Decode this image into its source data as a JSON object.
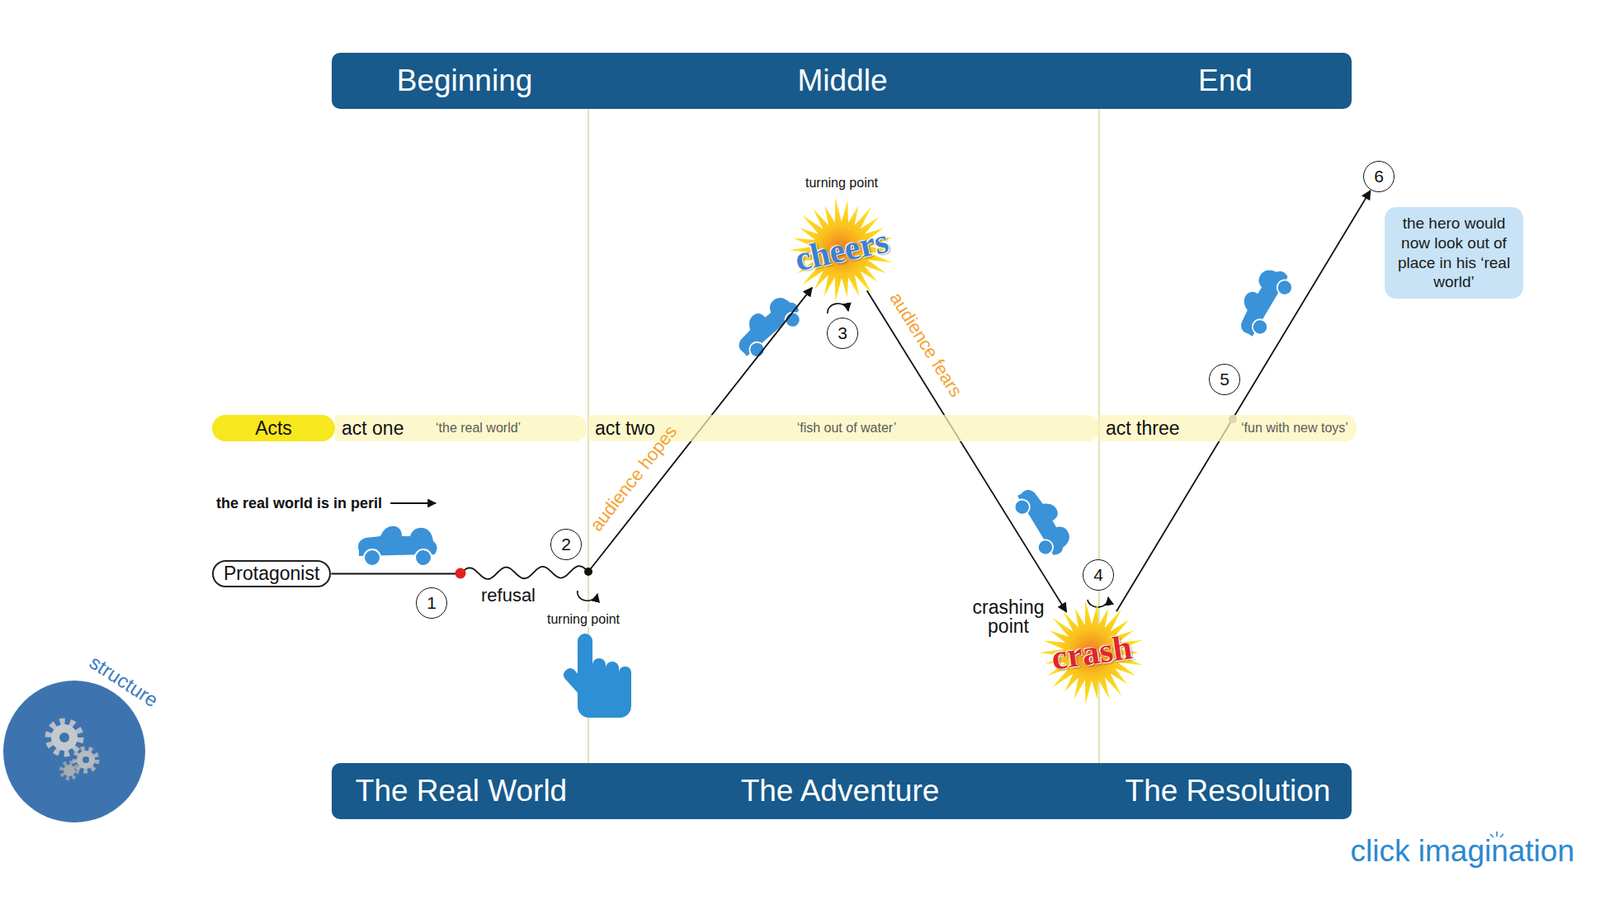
{
  "diagram": {
    "nodes": [
      {
        "text": [
          "Beginning",
          "Middle",
          "End"
        ]
      },
      {
        "text": [
          "Acts"
        ]
      },
      {
        "text": [
          "act one",
          "‘the real world’"
        ]
      },
      {
        "text": [
          "act two",
          "‘fish out of water’"
        ]
      },
      {
        "text": [
          "act three",
          "‘fun with new toys’"
        ]
      },
      {
        "text": [
          "Protagonist"
        ]
      },
      {
        "text": [
          "1"
        ]
      },
      {
        "text": [
          "2"
        ]
      },
      {
        "text": [
          "cheers"
        ]
      },
      {
        "text": [
          "3"
        ]
      },
      {
        "text": [
          "crash"
        ]
      },
      {
        "text": [
          "4"
        ]
      },
      {
        "text": [
          "5"
        ]
      },
      {
        "text": [
          "6"
        ]
      },
      {
        "text": [
          "the hero would now look out of place in his ‘real world’"
        ]
      },
      {
        "text": [
          "The Real World",
          "The Adventure",
          "The Resolution"
        ]
      }
    ],
    "edges": [
      {
        "from": 5,
        "to": 8,
        "arrow": "to",
        "label": "audience hopes"
      },
      {
        "from": 8,
        "to": 10,
        "arrow": "to",
        "label": "audience fears"
      },
      {
        "from": 10,
        "to": 13,
        "arrow": "to"
      }
    ],
    "labels": [
      "the real world is in peril",
      "refusal",
      "turning point",
      "turning point",
      "crashing point",
      "structure",
      "click imagination"
    ]
  }
}
